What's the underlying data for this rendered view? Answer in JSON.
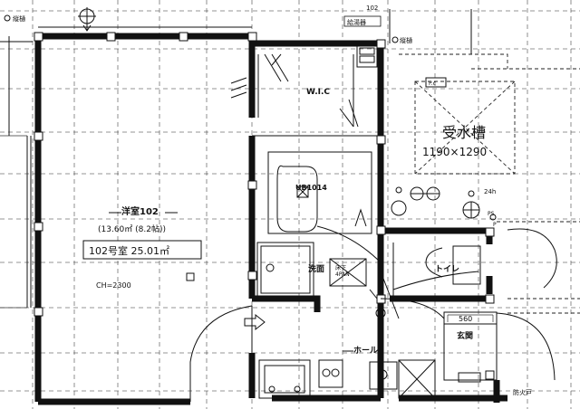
{
  "labels": {
    "drain_left": "縦樋",
    "drain_right": "縦樋",
    "water_heater": "給湯器",
    "dim_102": "102",
    "wic": "W.I.C",
    "tank_title": "受水槽",
    "tank_size": "1190×1290",
    "ub": "UB1014",
    "room_name": "洋室102",
    "room_area_sub": "(13.60㎡ (8.2帖))",
    "unit_area": "102号室 25.01㎡",
    "ceiling_height": "CH=2300",
    "washroom": "洗面",
    "toilet": "トイレ",
    "hall": "ホール",
    "entrance": "玄関",
    "dim_560": "560",
    "fire_door": "防火戸",
    "wm_pan": "床下\n4PAN",
    "h24": "24h",
    "mark_ps": "PS",
    "mark_p": "P",
    "tank_mark": "P.c"
  }
}
